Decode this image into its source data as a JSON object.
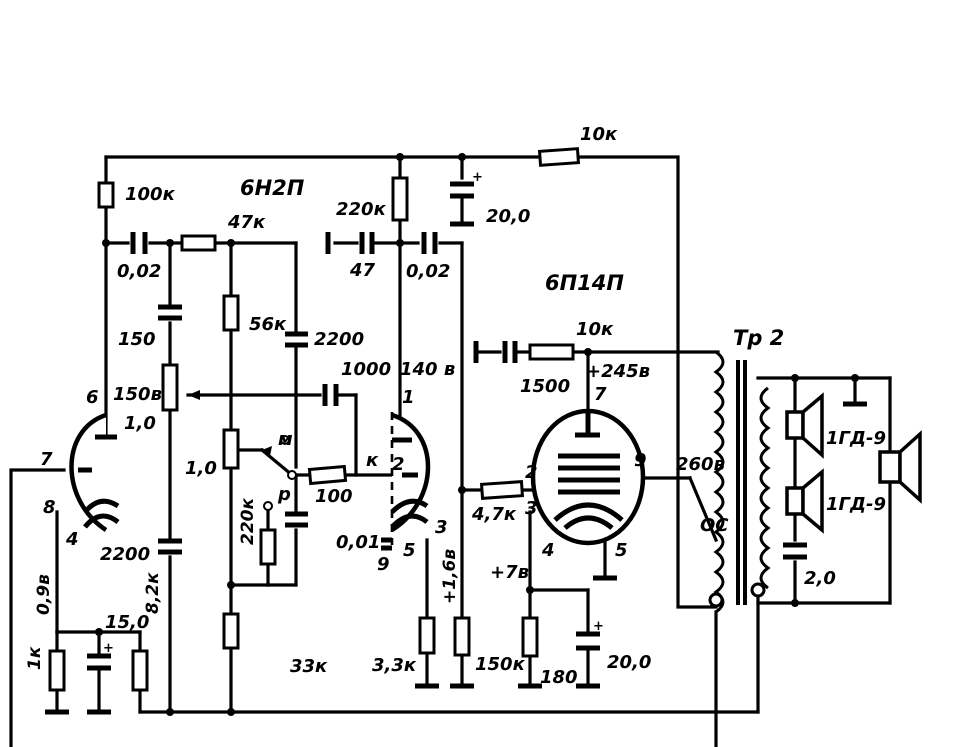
{
  "labels": {
    "tube_1_type": "6Н2П",
    "tube_2_type": "6П14П",
    "transformer": "Тр 2",
    "r_100k": "100к",
    "r_47k": "47к",
    "r_220k_top": "220к",
    "c_20_top": "20,0",
    "r_10k_top": "10к",
    "c_002_left": "0,02",
    "c_47": "47",
    "c_002_mid": "0,02",
    "c_150": "150",
    "r_56k": "56к",
    "c_2200_top": "2200",
    "r_1000": "1000",
    "v_140": "140 в",
    "v_150": "150в",
    "pot_1_0_top": "1,0",
    "pot_1_0_mid": "1,0",
    "r_100": "100",
    "r_220k_vert": "220к",
    "c_001": "0,01",
    "c_2200_low": "2200",
    "v_09": "0,9в",
    "r_1k": "1к",
    "c_15": "15,0",
    "r_82k": "8,2к",
    "r_33k_a": "33к",
    "r_33k_b": "3,3к",
    "v_16": "+1,6в",
    "r_150k": "150к",
    "r_10k_mid": "10к",
    "c_1500": "1500",
    "v_245": "+245в",
    "r_47k_grid": "4,7к",
    "v_7": "+7в",
    "r_180": "180",
    "c_20_low": "20,0",
    "v_260": "260в",
    "oc": "ОС",
    "spk_1": "1ГД-9",
    "spk_2": "1ГД-9",
    "c_2_0": "2,0",
    "pin_6": "6",
    "pin_7_left": "7",
    "pin_8": "8",
    "pin_4_left": "4",
    "pin_1": "1",
    "pin_2_left": "2",
    "pin_3_left": "3",
    "pin_5_left": "5",
    "pin_9_left": "9",
    "k_label": "к",
    "m_label": "м",
    "p_label": "р",
    "pin_7_right": "7",
    "pin_2_right": "2",
    "pin_3_right": "3",
    "pin_9_right": "9",
    "pin_4_right": "4",
    "pin_5_right": "5"
  }
}
